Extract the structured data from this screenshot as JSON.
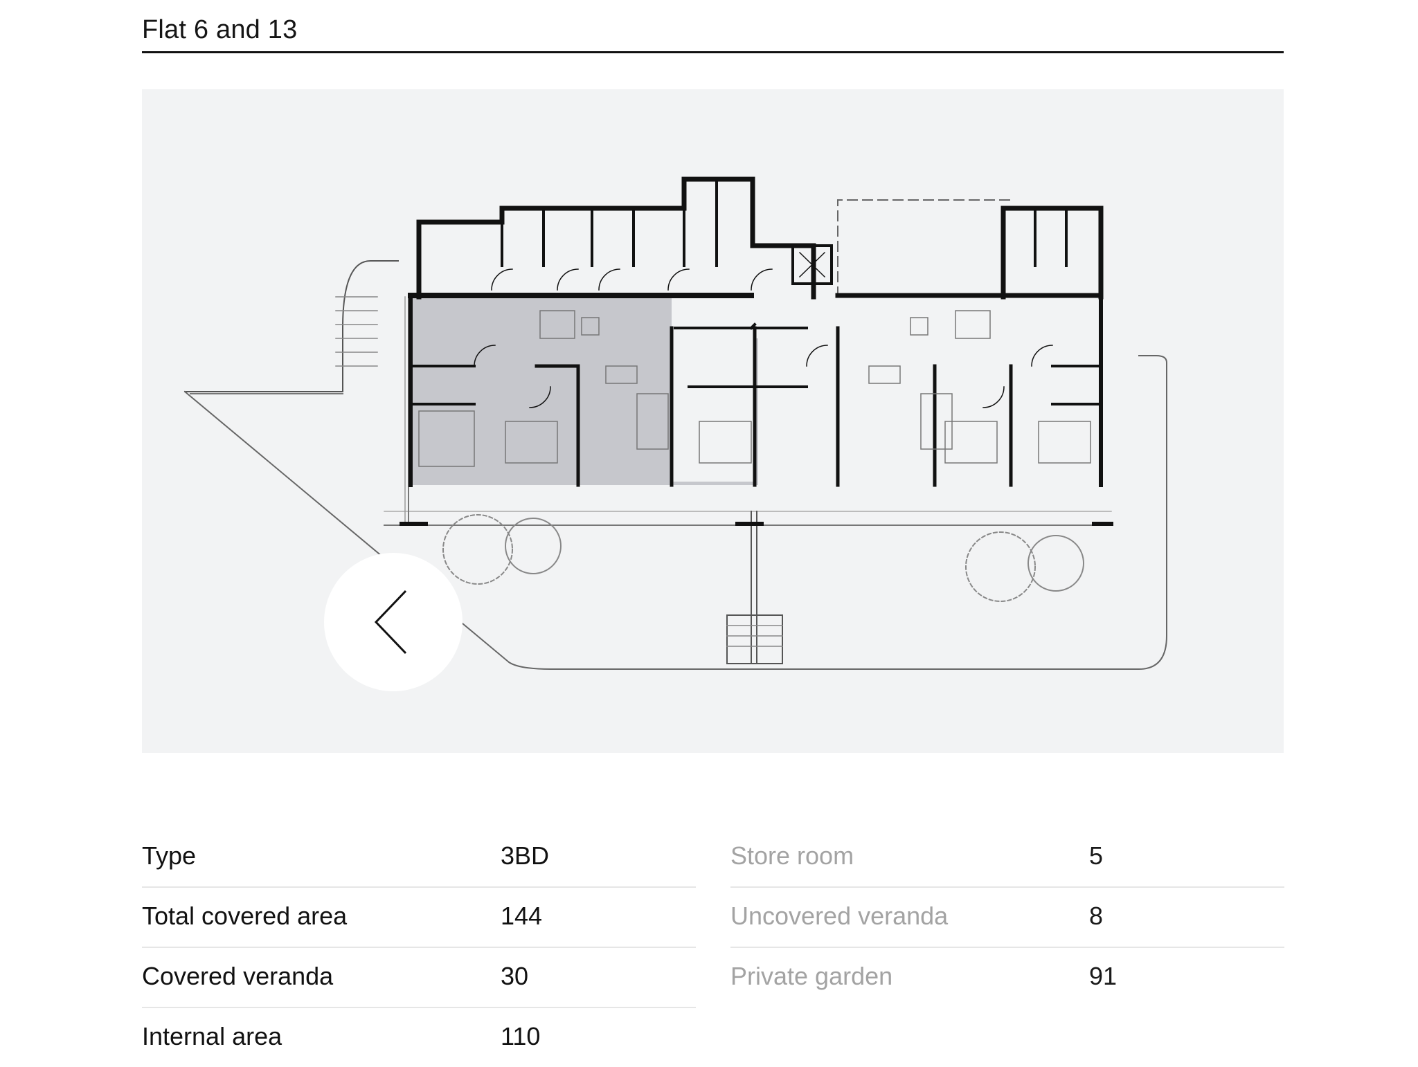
{
  "header": {
    "title": "Flat 6 and 13"
  },
  "carousel": {
    "prev_icon": "chevron-left-icon"
  },
  "colors": {
    "panel_bg": "#f2f3f4",
    "highlight": "#c8c9ce",
    "wall": "#111111",
    "text_muted": "#a3a3a3"
  },
  "specs": {
    "left": [
      {
        "label": "Type",
        "value": "3BD"
      },
      {
        "label": "Total covered area",
        "value": "144"
      },
      {
        "label": "Covered veranda",
        "value": "30"
      },
      {
        "label": "Internal area",
        "value": "110"
      }
    ],
    "right": [
      {
        "label": "Store room",
        "value": "5"
      },
      {
        "label": "Uncovered veranda",
        "value": "8"
      },
      {
        "label": "Private garden",
        "value": "91"
      }
    ]
  }
}
